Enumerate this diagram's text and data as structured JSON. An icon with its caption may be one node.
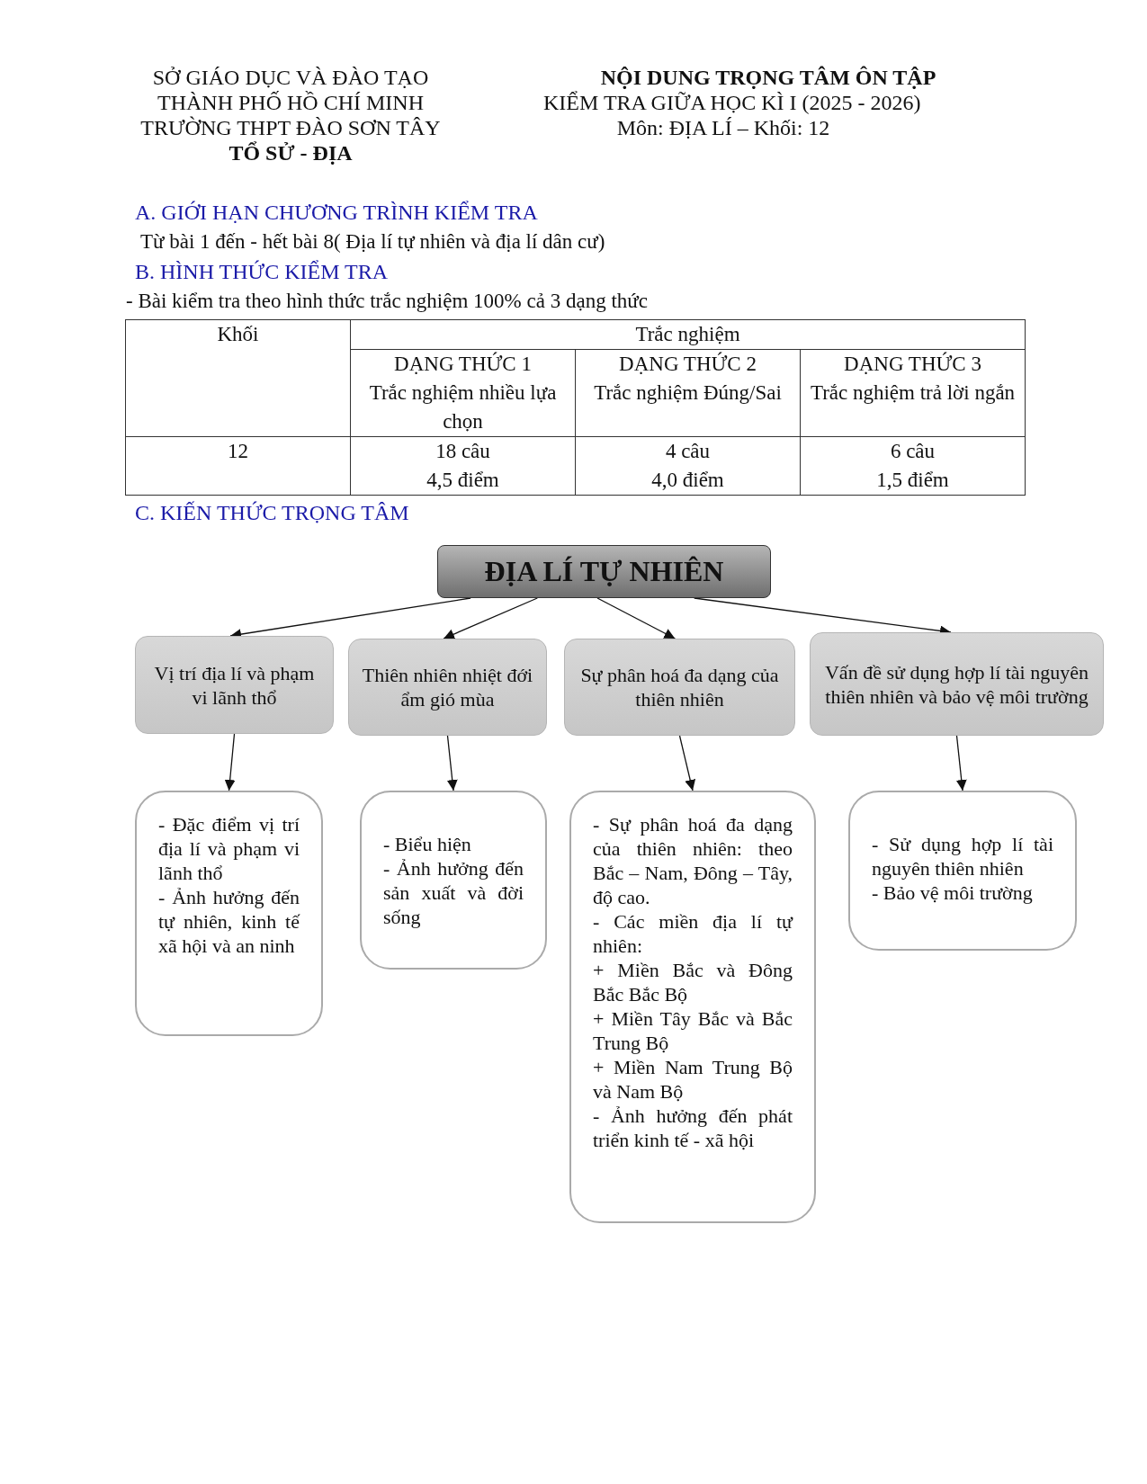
{
  "diagram": {
    "title": "NỘI DUNG TRỌNG TÂM ÔN TẬP",
    "nodes": [
      {
        "text": [
          "ĐỊA LÍ TỰ NHIÊN"
        ]
      },
      {
        "text": [
          "Vị trí địa lí và phạm vi lãnh thổ"
        ]
      },
      {
        "text": [
          "Thiên nhiên nhiệt đới ẩm gió mùa"
        ]
      },
      {
        "text": [
          "Sự phân hoá đa dạng của thiên nhiên"
        ]
      },
      {
        "text": [
          "Vấn đề sử dụng hợp lí tài nguyên thiên nhiên và bảo vệ môi trường"
        ]
      },
      {
        "text": [
          "- Đặc điểm vị trí địa lí và phạm vi lãnh thổ",
          "- Ảnh hưởng đến tự nhiên, kinh tế xã hội và an ninh"
        ]
      },
      {
        "text": [
          "- Biểu hiện",
          "- Ảnh hưởng đến sản xuất và đời sống"
        ]
      },
      {
        "text": [
          "- Sự phân hoá đa dạng của thiên nhiên: theo Bắc – Nam, Đông – Tây, độ cao.",
          "- Các miền địa lí tự nhiên:",
          "+ Miền Bắc và Đông Bắc Bắc Bộ",
          "+ Miền Tây Bắc và Bắc Trung Bộ",
          "+ Miền Nam Trung Bộ và Nam Bộ",
          "- Ảnh hưởng đến phát triển kinh tế - xã hội"
        ]
      },
      {
        "text": [
          "- Sử dụng hợp lí tài nguyên thiên nhiên",
          "- Bảo vệ môi trường"
        ]
      }
    ],
    "edges": [
      {
        "from": 0,
        "to": 1,
        "arrow": "to"
      },
      {
        "from": 0,
        "to": 2,
        "arrow": "to"
      },
      {
        "from": 0,
        "to": 3,
        "arrow": "to"
      },
      {
        "from": 0,
        "to": 4,
        "arrow": "to"
      },
      {
        "from": 1,
        "to": 5,
        "arrow": "to"
      },
      {
        "from": 2,
        "to": 6,
        "arrow": "to"
      },
      {
        "from": 3,
        "to": 7,
        "arrow": "to"
      },
      {
        "from": 4,
        "to": 8,
        "arrow": "to"
      }
    ],
    "labels": [
      "SỞ GIÁO DỤC VÀ ĐÀO TẠO",
      "THÀNH PHỐ HỒ CHÍ MINH",
      "TRƯỜNG THPT ĐÀO SƠN TÂY",
      "TỔ SỬ - ĐỊA",
      "KIỂM TRA GIỮA HỌC KÌ I (2025 - 2026)",
      "Môn: ĐỊA LÍ   –  Khối: 12",
      "A. GIỚI HẠN CHƯƠNG TRÌNH KIỂM TRA",
      "Từ bài 1 đến - hết  bài 8( Địa lí tự nhiên và địa lí dân cư)",
      "B. HÌNH THỨC KIỂM TRA",
      "- Bài kiểm tra theo hình thức trắc nghiệm 100% cả 3 dạng thức",
      "Khối",
      "Trắc nghiệm",
      "DẠNG THỨC 1",
      "Trắc nghiệm nhiều lựa chọn",
      "DẠNG THỨC 2",
      "Trắc nghiệm Đúng/Sai",
      "DẠNG THỨC 3",
      "Trắc nghiệm trả lời ngắn",
      "12",
      "18 câu",
      "4,5 điểm",
      "4 câu",
      "4,0 điểm",
      "6 câu",
      "1,5 điểm",
      "C. KIẾN THỨC TRỌNG TÂM"
    ]
  }
}
